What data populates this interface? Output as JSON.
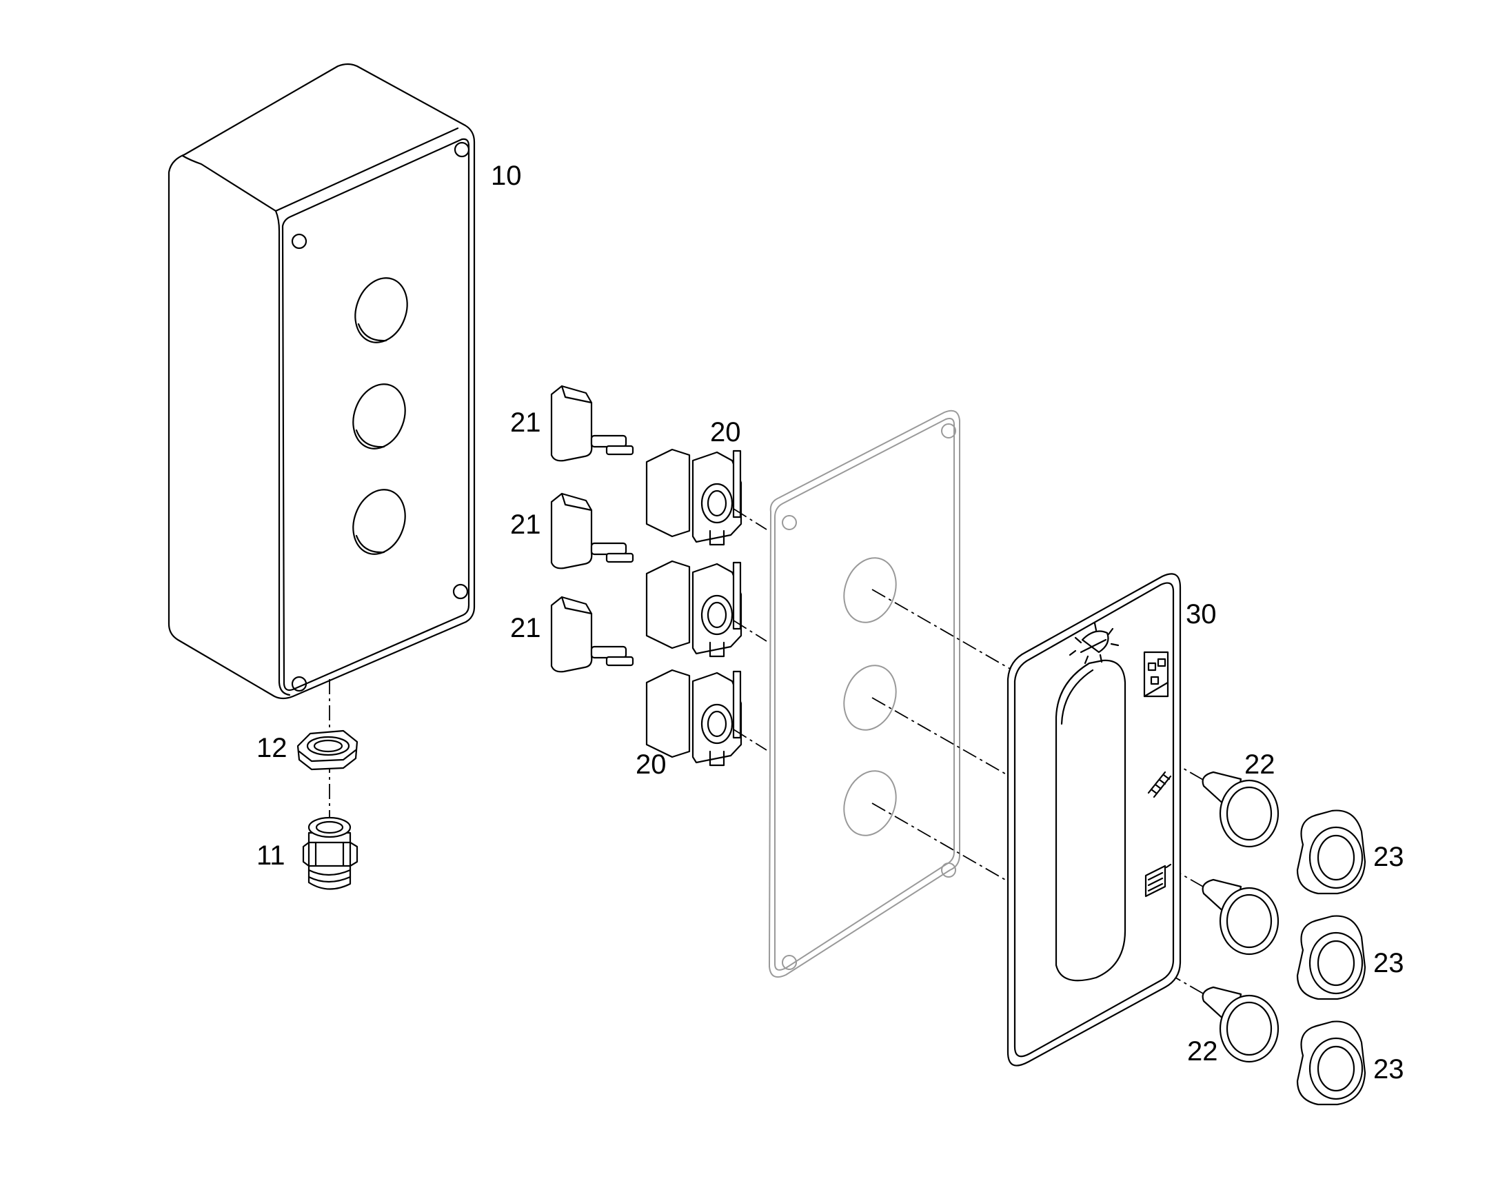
{
  "callouts": {
    "enclosure": "10",
    "cable_gland": "11",
    "lock_nut": "12",
    "contact_block_top": "20",
    "contact_block_bottom": "20",
    "led_module_1": "21",
    "led_module_2": "21",
    "led_module_3": "21",
    "button_top": "22",
    "button_bottom": "22",
    "bezel_1": "23",
    "bezel_2": "23",
    "bezel_3": "23",
    "label_plate": "30"
  },
  "icons": [
    "lamp-symbol-icon",
    "switch-symbol-icon",
    "ladder-symbol-icon",
    "plug-symbol-icon"
  ],
  "colors": {
    "line": "#000000",
    "ghost_line": "#999999",
    "background": "#ffffff"
  }
}
